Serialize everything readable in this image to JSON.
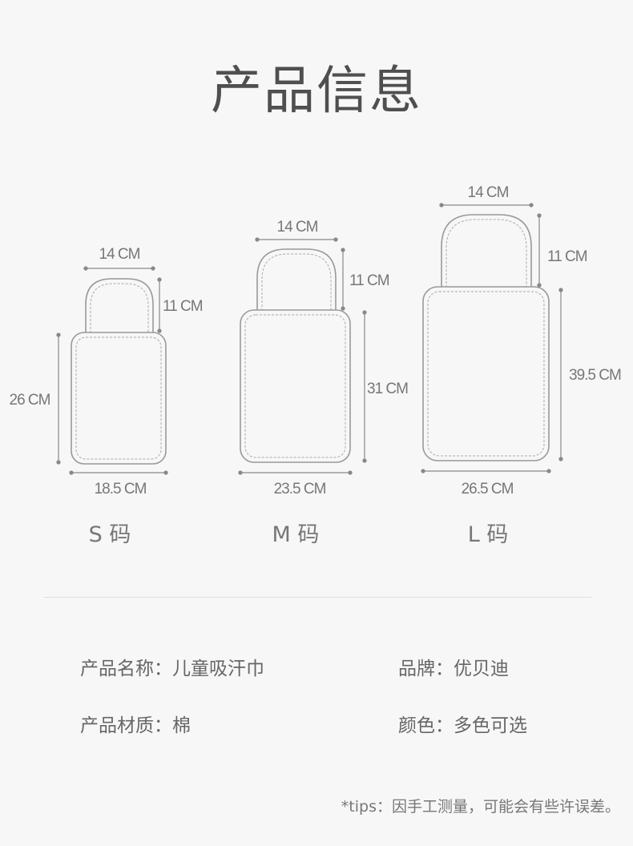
{
  "title": "产品信息",
  "sizes": [
    {
      "label": "S 码",
      "top_width": "14 CM",
      "top_height": "11 CM",
      "body_height": "26 CM",
      "bottom_width": "18.5 CM"
    },
    {
      "label": "M 码",
      "top_width": "14 CM",
      "top_height": "11 CM",
      "body_height": "31 CM",
      "bottom_width": "23.5 CM"
    },
    {
      "label": "L 码",
      "top_width": "14 CM",
      "top_height": "11 CM",
      "body_height": "39.5 CM",
      "bottom_width": "26.5 CM"
    }
  ],
  "info": {
    "name": "产品名称：儿童吸汗巾",
    "brand": "品牌：优贝迪",
    "material": "产品材质：棉",
    "color": "颜色：多色可选"
  },
  "tips": "*tips：因手工测量，可能会有些许误差。"
}
